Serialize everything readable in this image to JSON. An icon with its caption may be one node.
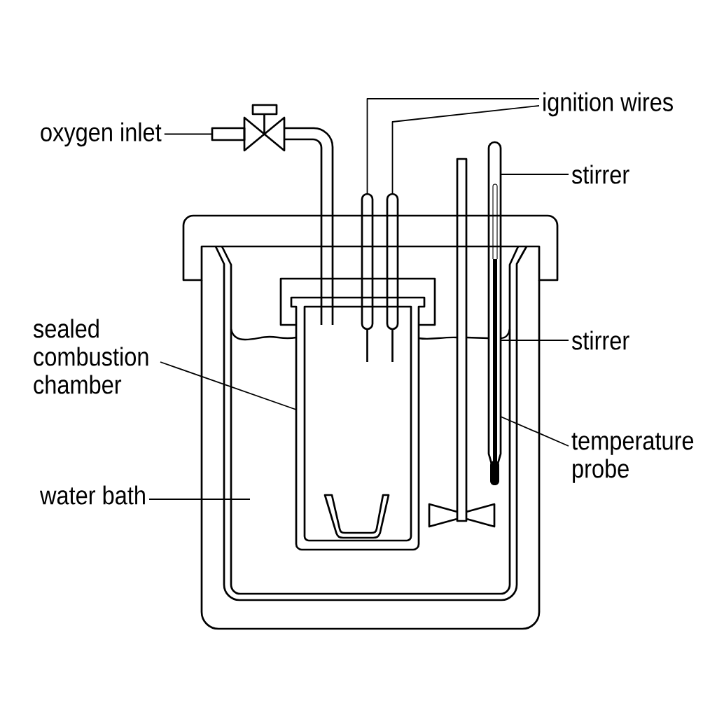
{
  "diagram": {
    "nodes": [
      {
        "text": [
          "ignition wires"
        ]
      },
      {
        "text": [],
        "shape": "tube"
      },
      {
        "text": [],
        "shape": "tube"
      },
      {
        "text": [
          "oxygen inlet"
        ]
      },
      {
        "text": [],
        "shape": "pipe"
      },
      {
        "text": [
          "stirrer"
        ]
      },
      {
        "text": [],
        "shape": "thermometer"
      },
      {
        "text": [
          "sealed combustion chamber"
        ]
      },
      {
        "text": [],
        "shape": "vessel"
      },
      {
        "text": [
          "stirrer"
        ]
      },
      {
        "text": [
          "temperature probe"
        ]
      },
      {
        "text": [
          "water bath"
        ]
      }
    ],
    "edges": [
      {
        "from": 0,
        "to": 1,
        "arrow": "none"
      },
      {
        "from": 0,
        "to": 2,
        "arrow": "none"
      },
      {
        "from": 3,
        "to": 4,
        "arrow": "none"
      },
      {
        "from": 5,
        "to": 6,
        "arrow": "none"
      },
      {
        "from": 7,
        "to": 8,
        "arrow": "none"
      },
      {
        "from": 9,
        "to": 6,
        "arrow": "none"
      },
      {
        "from": 10,
        "to": 6,
        "arrow": "none"
      },
      {
        "from": 11,
        "to": null,
        "arrow": "none"
      }
    ]
  }
}
